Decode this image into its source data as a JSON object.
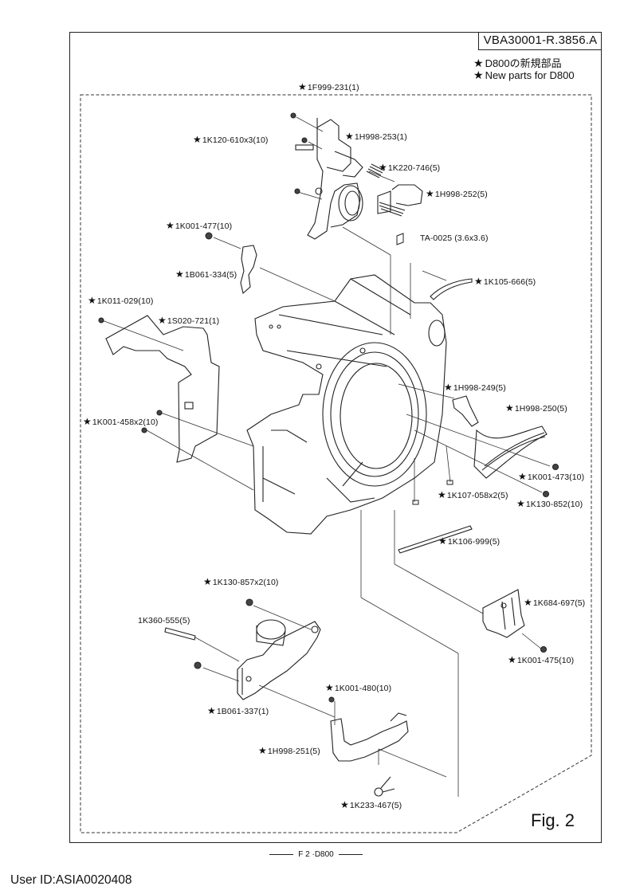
{
  "document": {
    "id": "VBA30001-R.3856.A",
    "notes": [
      {
        "star": "★",
        "text": "D800の新規部品"
      },
      {
        "star": "★",
        "text": "New parts for D800"
      }
    ],
    "figure_label": "Fig. 2",
    "footer": "F 2 ·D800",
    "user_id": "User ID:ASIA0020408"
  },
  "assembly": {
    "star": "★",
    "label": "1F999-231(1)"
  },
  "parts": [
    {
      "id": "1K120-610x3(10)",
      "star": true
    },
    {
      "id": "1H998-253(1)",
      "star": true
    },
    {
      "id": "1K220-746(5)",
      "star": true
    },
    {
      "id": "1H998-252(5)",
      "star": true
    },
    {
      "id": "TA-0025 (3.6x3.6)",
      "star": false
    },
    {
      "id": "1K001-477(10)",
      "star": true
    },
    {
      "id": "1B061-334(5)",
      "star": true
    },
    {
      "id": "1K105-666(5)",
      "star": true
    },
    {
      "id": "1K011-029(10)",
      "star": true
    },
    {
      "id": "1S020-721(1)",
      "star": true
    },
    {
      "id": "1H998-249(5)",
      "star": true
    },
    {
      "id": "1H998-250(5)",
      "star": true
    },
    {
      "id": "1K001-458x2(10)",
      "star": true
    },
    {
      "id": "1K001-473(10)",
      "star": true
    },
    {
      "id": "1K107-058x2(5)",
      "star": true
    },
    {
      "id": "1K130-852(10)",
      "star": true
    },
    {
      "id": "1K106-999(5)",
      "star": true
    },
    {
      "id": "1K130-857x2(10)",
      "star": true
    },
    {
      "id": "1K684-697(5)",
      "star": true
    },
    {
      "id": "1K360-555(5)",
      "star": false
    },
    {
      "id": "1K001-475(10)",
      "star": true
    },
    {
      "id": "1K001-480(10)",
      "star": true
    },
    {
      "id": "1B061-337(1)",
      "star": true
    },
    {
      "id": "1H998-251(5)",
      "star": true
    },
    {
      "id": "1K233-467(5)",
      "star": true
    }
  ]
}
